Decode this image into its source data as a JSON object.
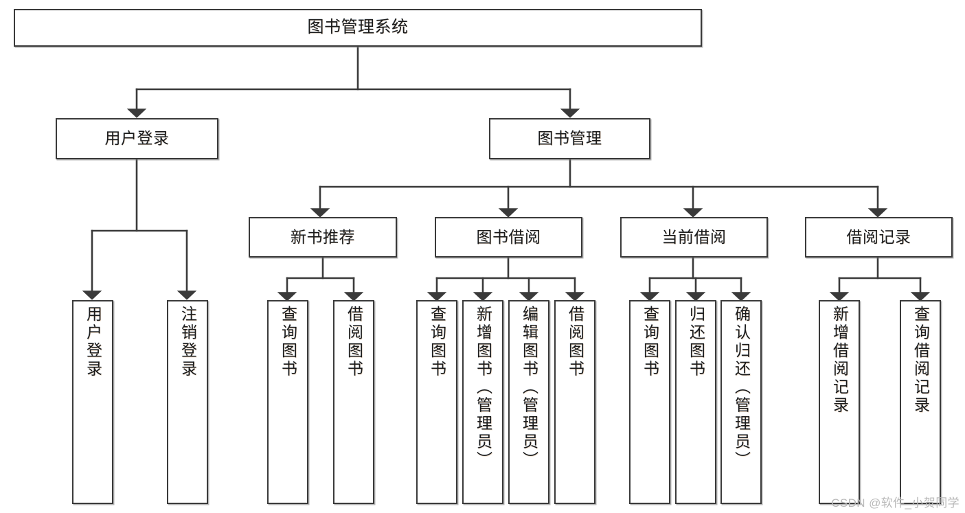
{
  "diagram": {
    "type": "tree-hierarchy-chart",
    "title": "图书管理系统",
    "orientation": "top-down",
    "colors": {
      "box_border": "#3a3a3a",
      "box_fill": "#ffffff",
      "connector": "#3a3a3a",
      "text": "#1b1b1b",
      "watermark": "#b9b9b9",
      "background": "#ffffff"
    },
    "root": {
      "id": "root",
      "label": "图书管理系统"
    },
    "level2": [
      {
        "id": "user-login",
        "label": "用户登录"
      },
      {
        "id": "book-manage",
        "label": "图书管理"
      }
    ],
    "level3": [
      {
        "id": "new-book-recommend",
        "label": "新书推荐",
        "parent": "book-manage"
      },
      {
        "id": "book-borrow",
        "label": "图书借阅",
        "parent": "book-manage"
      },
      {
        "id": "current-borrow",
        "label": "当前借阅",
        "parent": "book-manage"
      },
      {
        "id": "borrow-record",
        "label": "借阅记录",
        "parent": "book-manage"
      }
    ],
    "leaves": [
      {
        "id": "leaf-user-login",
        "label": "用户登录",
        "parent": "user-login"
      },
      {
        "id": "leaf-user-logout",
        "label": "注销登录",
        "parent": "user-login"
      },
      {
        "id": "leaf-query-book-1",
        "label": "查询图书",
        "parent": "new-book-recommend"
      },
      {
        "id": "leaf-borrow-book-1",
        "label": "借阅图书",
        "parent": "new-book-recommend"
      },
      {
        "id": "leaf-query-book-2",
        "label": "查询图书",
        "parent": "book-borrow"
      },
      {
        "id": "leaf-add-book",
        "label": "新增图书（管理员）",
        "parent": "book-borrow"
      },
      {
        "id": "leaf-edit-book",
        "label": "编辑图书（管理员）",
        "parent": "book-borrow"
      },
      {
        "id": "leaf-borrow-book-2",
        "label": "借阅图书",
        "parent": "book-borrow"
      },
      {
        "id": "leaf-query-book-3",
        "label": "查询图书",
        "parent": "current-borrow"
      },
      {
        "id": "leaf-return-book",
        "label": "归还图书",
        "parent": "current-borrow"
      },
      {
        "id": "leaf-confirm-return",
        "label": "确认归还（管理员）",
        "parent": "current-borrow"
      },
      {
        "id": "leaf-add-record",
        "label": "新增借阅记录",
        "parent": "borrow-record"
      },
      {
        "id": "leaf-query-record",
        "label": "查询借阅记录",
        "parent": "borrow-record"
      }
    ],
    "watermark": "CSDN @软件_小贺同学"
  }
}
